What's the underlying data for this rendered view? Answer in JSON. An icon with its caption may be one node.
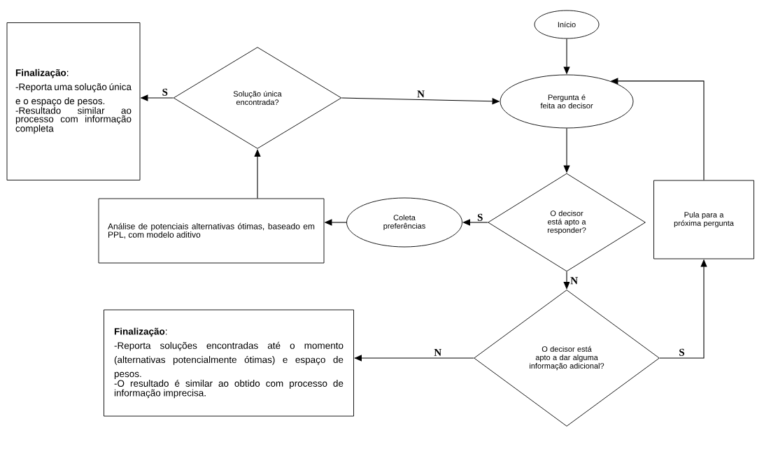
{
  "diagram": {
    "nodes": [
      {
        "text": [
          "Início"
        ]
      },
      {
        "text": [
          "Pergunta é feita ao decisor"
        ]
      },
      {
        "text": [
          "Solução única encontrada?"
        ]
      },
      {
        "text": [
          "**Finalização**:",
          "-Reporta uma solução única e o espaço de pesos.",
          "-Resultado similar ao processo com informação completa"
        ]
      },
      {
        "text": [
          "Análise de potenciais alternativas ótimas, baseado em PPL, com modelo aditivo"
        ]
      },
      {
        "text": [
          "Coleta preferências"
        ]
      },
      {
        "text": [
          "O decisor está apto a responder?"
        ]
      },
      {
        "text": [
          "Pula para a próxima pergunta"
        ]
      },
      {
        "text": [
          "O decisor está apto a dar alguma informação adicional?"
        ]
      },
      {
        "text": [
          "**Finalização**:",
          "-Reporta soluções encontradas até o momento (alternativas potencialmente ótimas) e espaço de pesos.",
          "-O resultado é similar ao obtido com processo de informação imprecisa."
        ]
      }
    ],
    "edges": [
      {
        "from": 0,
        "to": 1,
        "arrow": "to"
      },
      {
        "from": 1,
        "to": 6,
        "arrow": "to"
      },
      {
        "from": 6,
        "to": 5,
        "arrow": "to",
        "label": "S"
      },
      {
        "from": 5,
        "to": 4,
        "arrow": "to"
      },
      {
        "from": 4,
        "to": 2,
        "arrow": "to"
      },
      {
        "from": 2,
        "to": 3,
        "arrow": "to",
        "label": "S"
      },
      {
        "from": 2,
        "to": 1,
        "arrow": "to",
        "label": "N"
      },
      {
        "from": 6,
        "to": 8,
        "arrow": "to",
        "label": "N"
      },
      {
        "from": 8,
        "to": 9,
        "arrow": "to",
        "label": "N"
      },
      {
        "from": 8,
        "to": 7,
        "arrow": "to",
        "label": "S"
      },
      {
        "from": 7,
        "to": 1,
        "arrow": "to"
      }
    ]
  }
}
